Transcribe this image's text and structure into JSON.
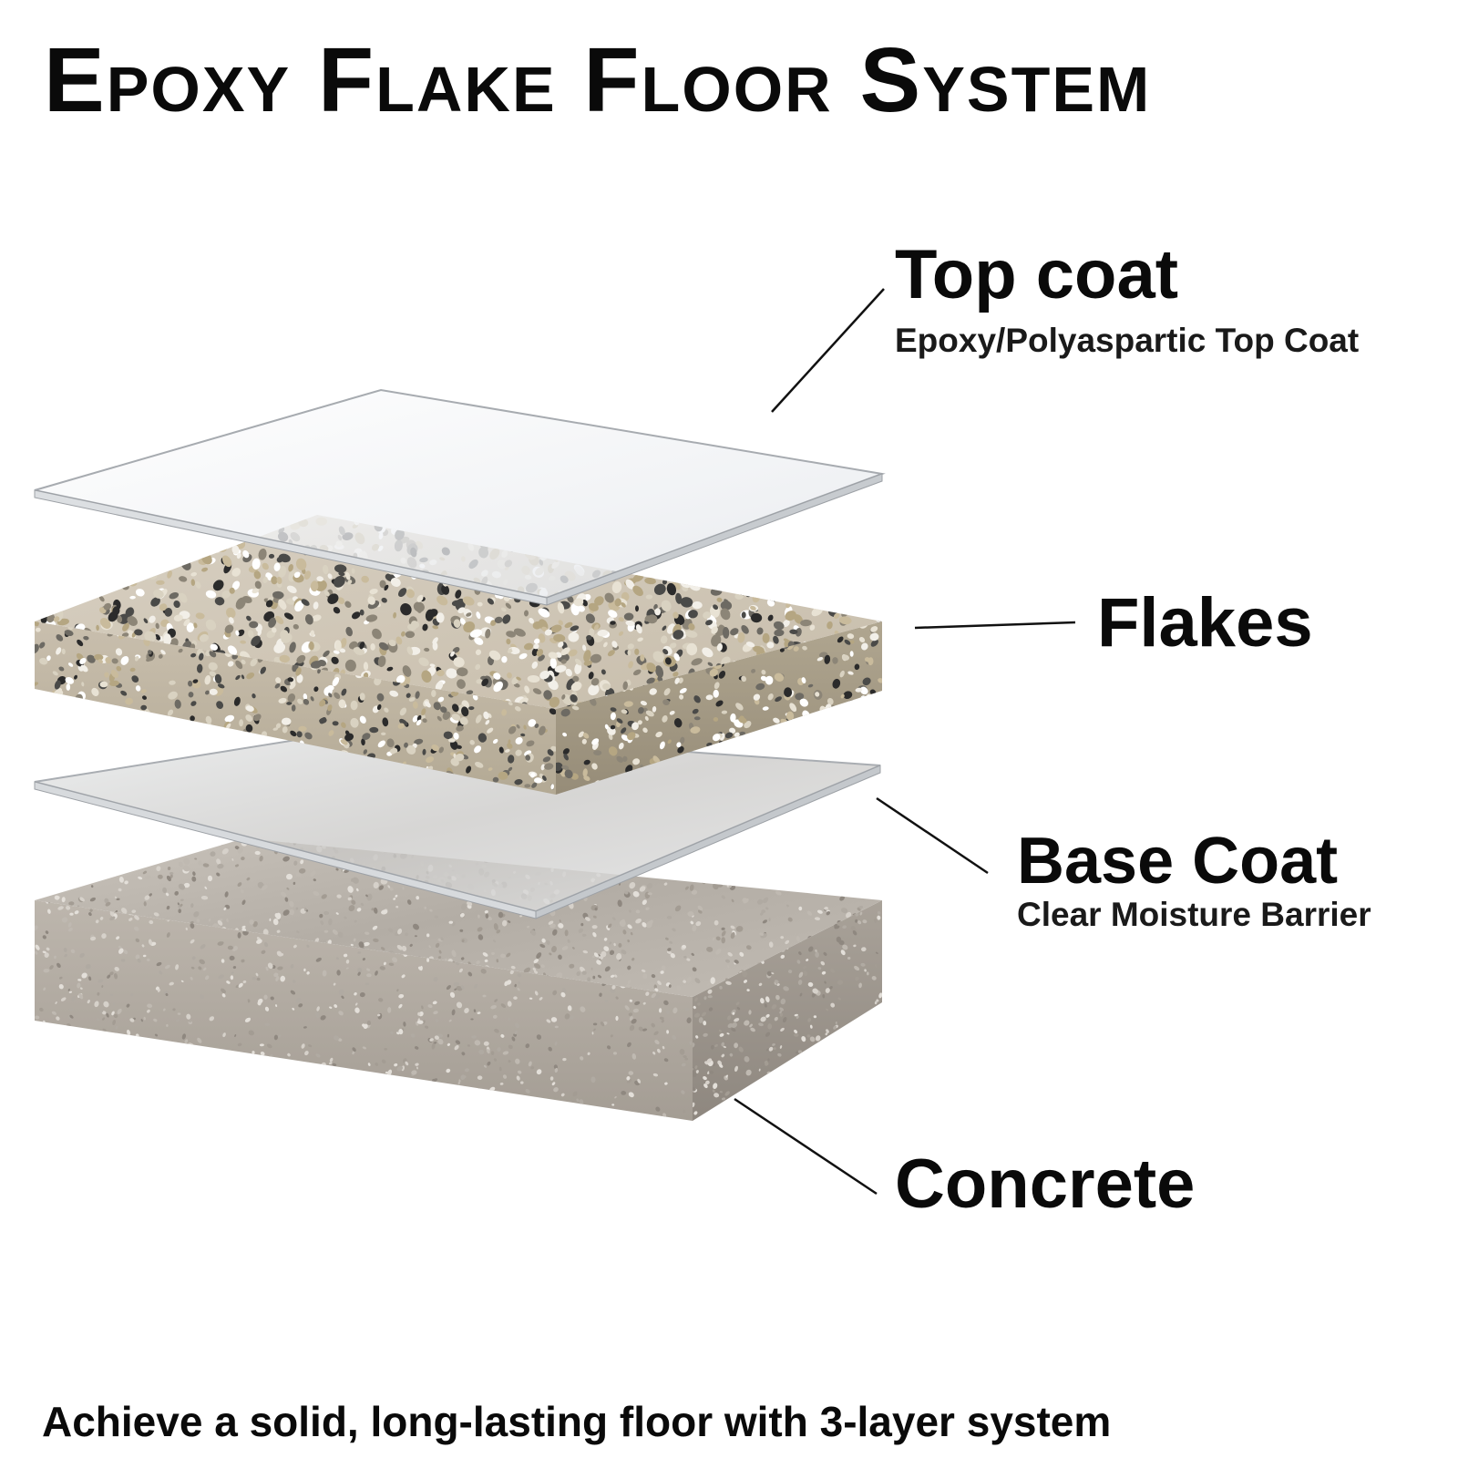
{
  "title": "Epoxy Flake Floor System",
  "layers": [
    {
      "id": "top-coat",
      "label": "Top coat",
      "sublabel": "Epoxy/Polyaspartic Top Coat"
    },
    {
      "id": "flakes",
      "label": "Flakes",
      "sublabel": ""
    },
    {
      "id": "base-coat",
      "label": "Base Coat",
      "sublabel": "Clear Moisture Barrier"
    },
    {
      "id": "concrete",
      "label": "Concrete",
      "sublabel": ""
    }
  ],
  "footer": "Achieve a solid, long-lasting floor with 3-layer system",
  "colors": {
    "background": "#ffffff",
    "text": "#0a0a0a",
    "concrete": "#b8b2aa",
    "flake_base": "#cfc6b6",
    "glass": "#f4f6f8"
  }
}
